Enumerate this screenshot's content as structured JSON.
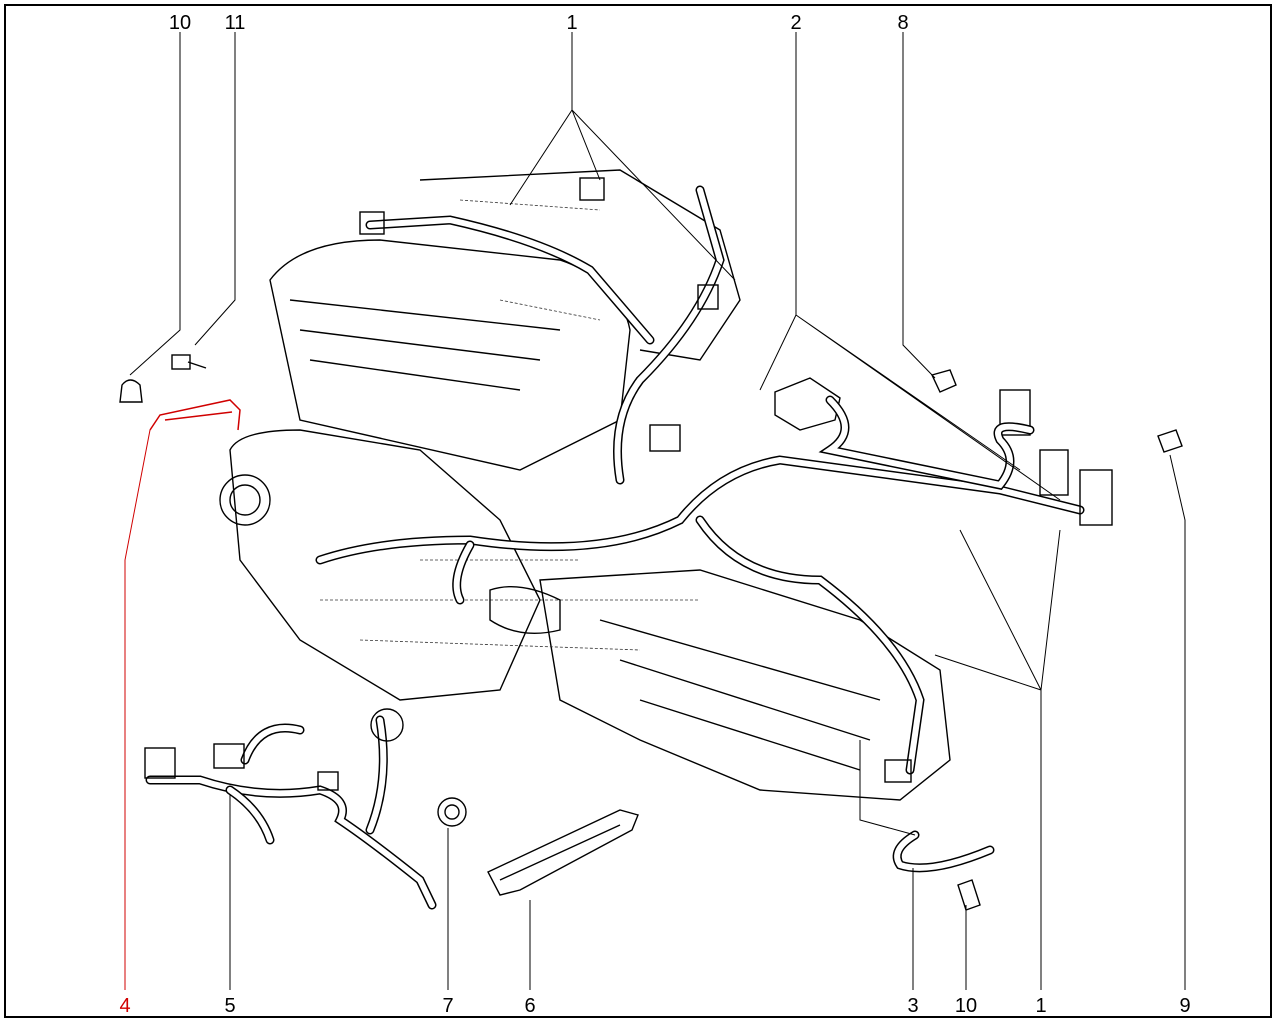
{
  "diagram": {
    "title": "Engine wiring harness exploded view",
    "callouts_top": [
      {
        "id": "callout-10-top",
        "text": "10"
      },
      {
        "id": "callout-11",
        "text": "11"
      },
      {
        "id": "callout-1-top",
        "text": "1"
      },
      {
        "id": "callout-2",
        "text": "2"
      },
      {
        "id": "callout-8",
        "text": "8"
      }
    ],
    "callouts_bottom": [
      {
        "id": "callout-4",
        "text": "4"
      },
      {
        "id": "callout-5",
        "text": "5"
      },
      {
        "id": "callout-7",
        "text": "7"
      },
      {
        "id": "callout-6",
        "text": "6"
      },
      {
        "id": "callout-3",
        "text": "3"
      },
      {
        "id": "callout-10-bottom",
        "text": "10"
      },
      {
        "id": "callout-1-bottom",
        "text": "1"
      },
      {
        "id": "callout-9",
        "text": "9"
      }
    ],
    "highlight_color": "#d00000"
  }
}
